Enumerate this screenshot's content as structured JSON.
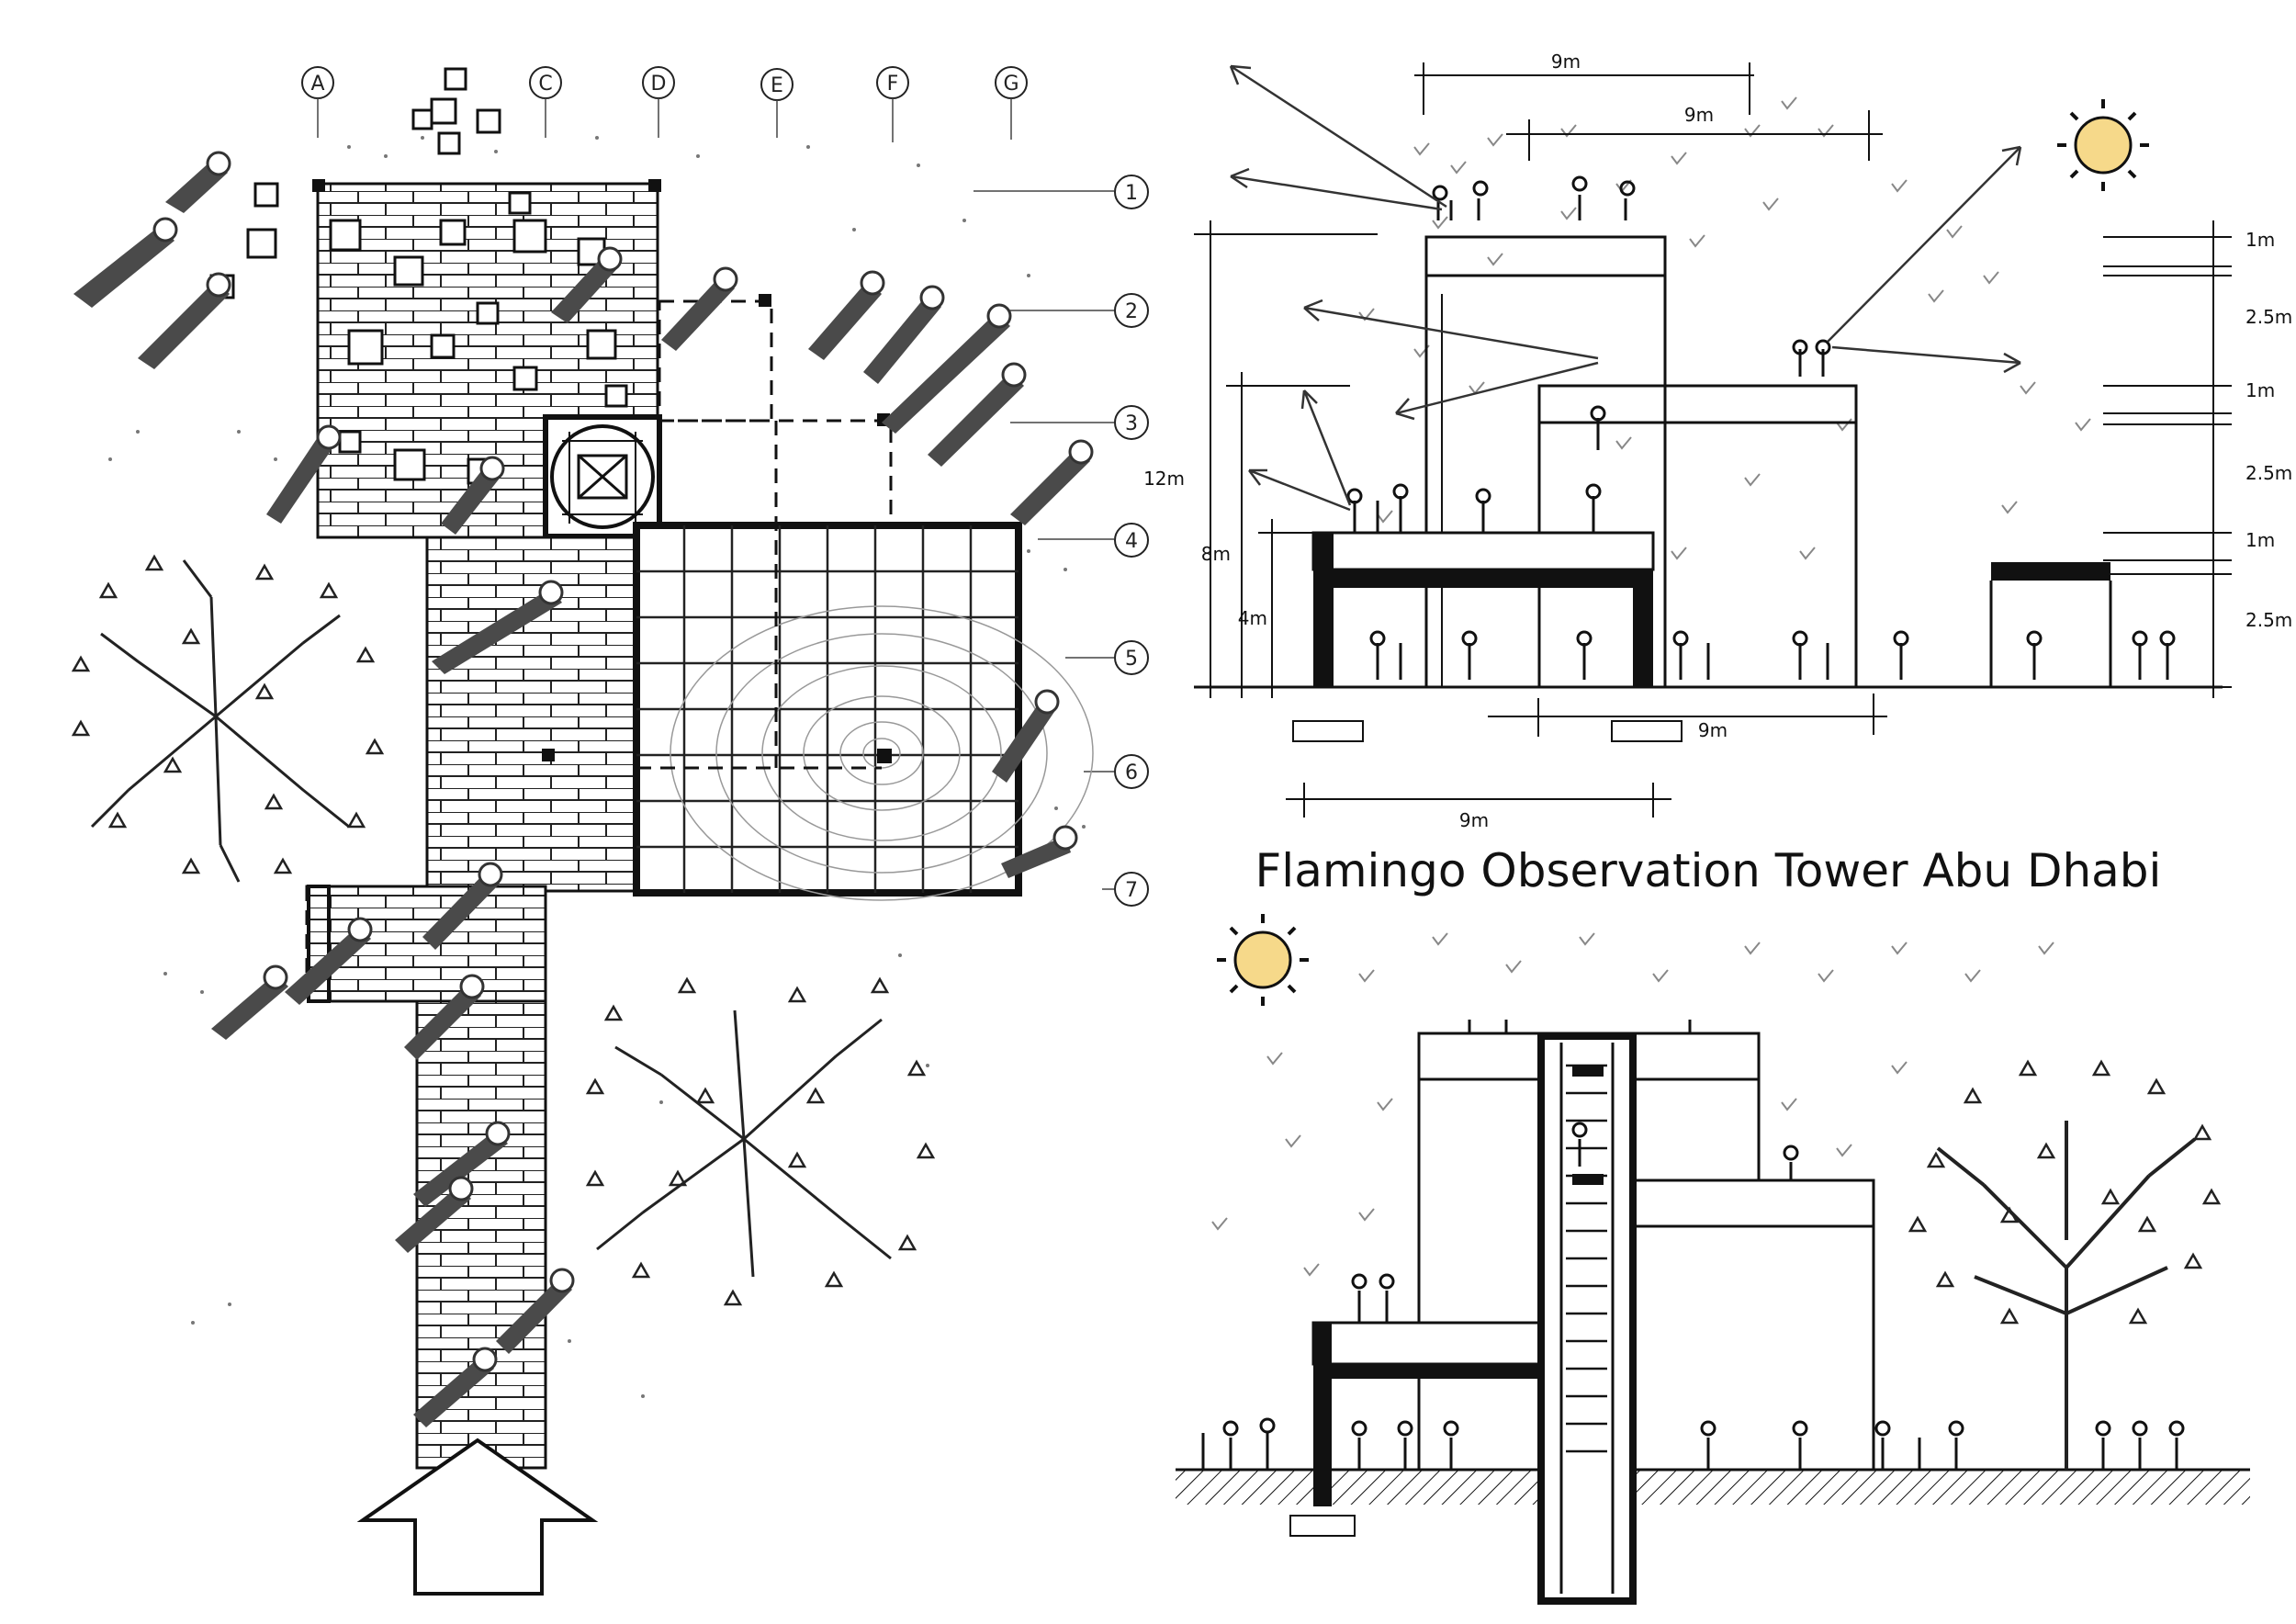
{
  "title": "Flamingo Observation Tower Abu Dhabi",
  "grid_columns": [
    "A",
    "C",
    "D",
    "E",
    "F",
    "G"
  ],
  "grid_rows": [
    "1",
    "2",
    "3",
    "4",
    "5",
    "6",
    "7"
  ],
  "horizontal_dims": [
    "9m",
    "9m",
    "9m",
    "9m"
  ],
  "height_dims": [
    "12m",
    "8m",
    "4m"
  ],
  "level_dims": [
    "1m",
    "2.5m",
    "1m",
    "2.5m",
    "1m",
    "2.5m"
  ],
  "colors": {
    "ink": "#111111",
    "sun": "#f6d98a",
    "grey": "#555555"
  }
}
